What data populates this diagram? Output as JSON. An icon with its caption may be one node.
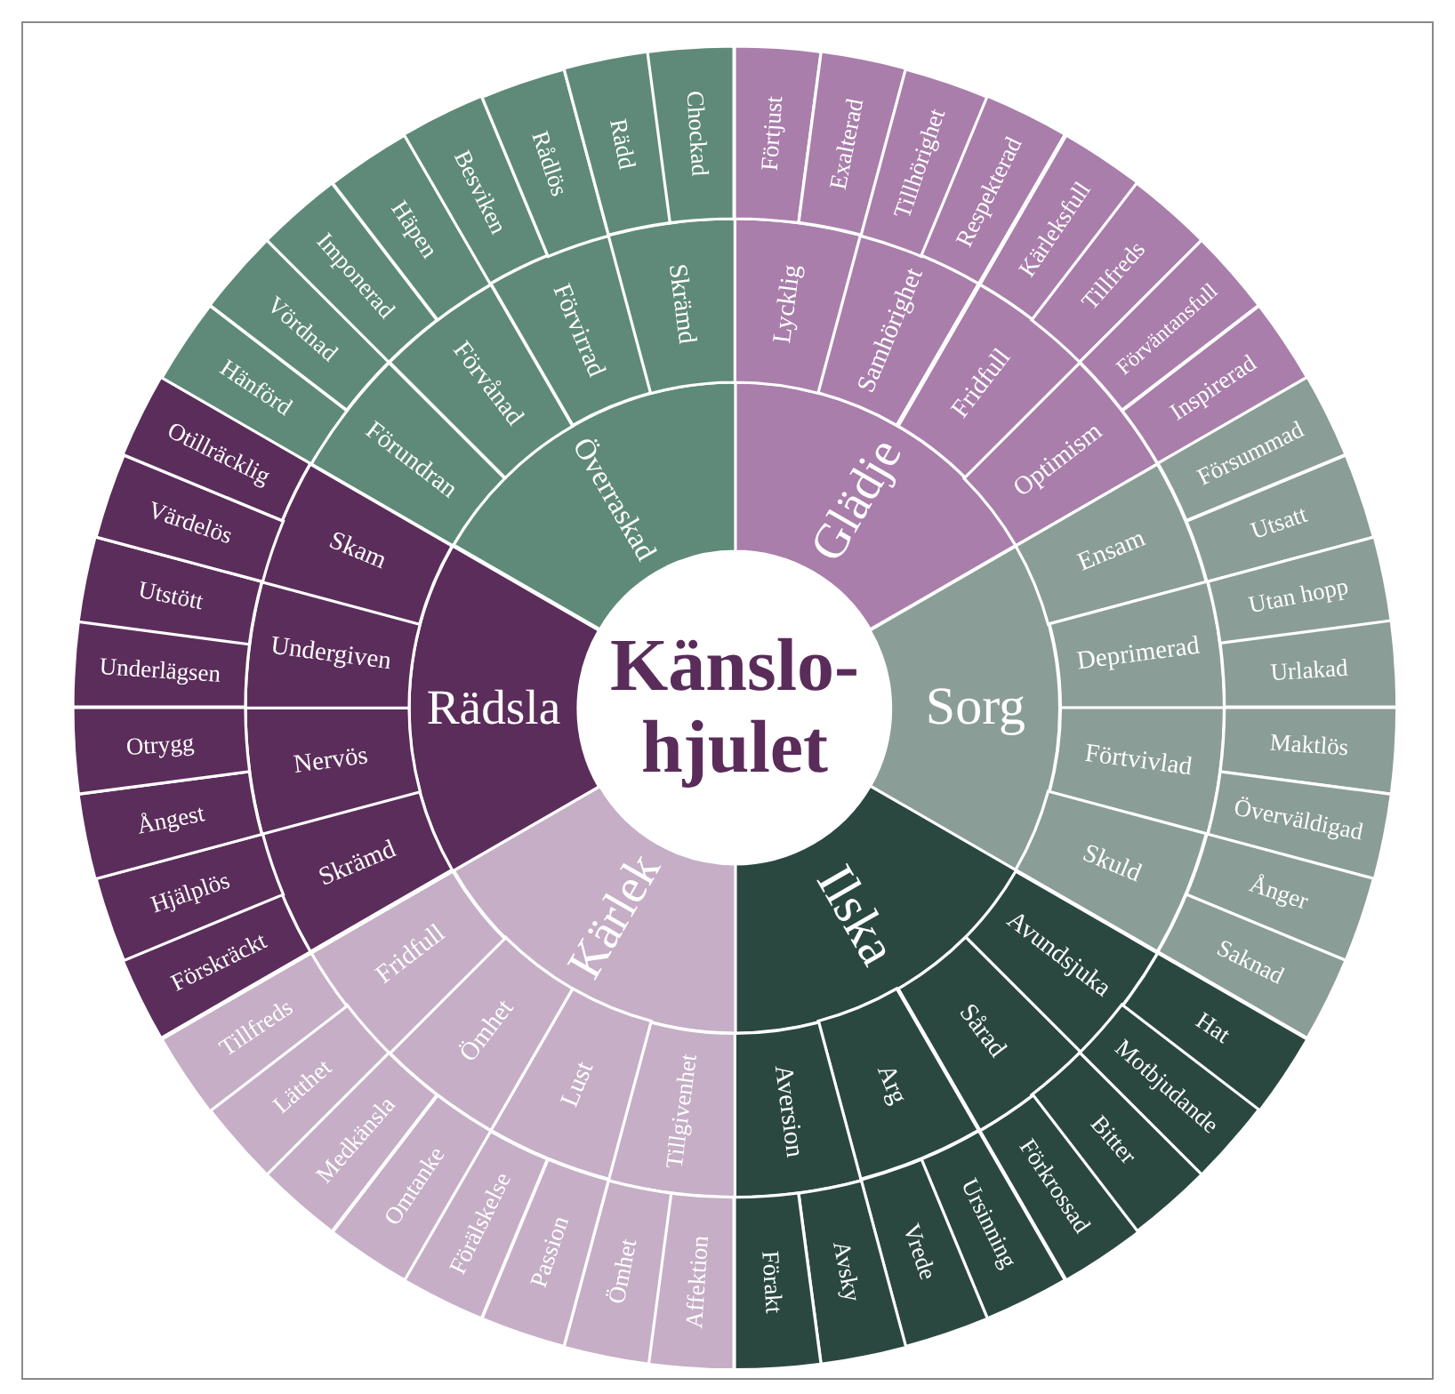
{
  "diagram": {
    "nodes": [
      {
        "text": [
          "Känslo- hjulet"
        ]
      },
      {
        "text": [
          "Glädje"
        ]
      },
      {
        "text": [
          "Sorg"
        ]
      },
      {
        "text": [
          "Ilska"
        ]
      },
      {
        "text": [
          "Kärlek"
        ]
      },
      {
        "text": [
          "Rädsla"
        ]
      },
      {
        "text": [
          "Överraskad"
        ]
      },
      {
        "text": [
          "Lycklig"
        ]
      },
      {
        "text": [
          "Samhörighet"
        ]
      },
      {
        "text": [
          "Fridfull"
        ]
      },
      {
        "text": [
          "Optimism"
        ]
      },
      {
        "text": [
          "Ensam"
        ]
      },
      {
        "text": [
          "Deprimerad"
        ]
      },
      {
        "text": [
          "Förtvivlad"
        ]
      },
      {
        "text": [
          "Skuld"
        ]
      },
      {
        "text": [
          "Avundsjuka"
        ]
      },
      {
        "text": [
          "Sårad"
        ]
      },
      {
        "text": [
          "Arg"
        ]
      },
      {
        "text": [
          "Aversion"
        ]
      },
      {
        "text": [
          "Tillgivenhet"
        ]
      },
      {
        "text": [
          "Lust"
        ]
      },
      {
        "text": [
          "Ömhet"
        ]
      },
      {
        "text": [
          "Fridfull"
        ]
      },
      {
        "text": [
          "Skrämd"
        ]
      },
      {
        "text": [
          "Nervös"
        ]
      },
      {
        "text": [
          "Undergiven"
        ]
      },
      {
        "text": [
          "Skam"
        ]
      },
      {
        "text": [
          "Förundran"
        ]
      },
      {
        "text": [
          "Förvånad"
        ]
      },
      {
        "text": [
          "Förvirrad"
        ]
      },
      {
        "text": [
          "Skrämd"
        ]
      },
      {
        "text": [
          "Förtjust"
        ]
      },
      {
        "text": [
          "Exalterad"
        ]
      },
      {
        "text": [
          "Tillhörighet"
        ]
      },
      {
        "text": [
          "Respekterad"
        ]
      },
      {
        "text": [
          "Kärleksfull"
        ]
      },
      {
        "text": [
          "Tillfreds"
        ]
      },
      {
        "text": [
          "Förväntansfull"
        ]
      },
      {
        "text": [
          "Inspirerad"
        ]
      },
      {
        "text": [
          "Försummad"
        ]
      },
      {
        "text": [
          "Utsatt"
        ]
      },
      {
        "text": [
          "Utan hopp"
        ]
      },
      {
        "text": [
          "Urlakad"
        ]
      },
      {
        "text": [
          "Maktlös"
        ]
      },
      {
        "text": [
          "Överväldigad"
        ]
      },
      {
        "text": [
          "Ånger"
        ]
      },
      {
        "text": [
          "Saknad"
        ]
      },
      {
        "text": [
          "Hat"
        ]
      },
      {
        "text": [
          "Motbjudande"
        ]
      },
      {
        "text": [
          "Bitter"
        ]
      },
      {
        "text": [
          "Förkrossad"
        ]
      },
      {
        "text": [
          "Ursinning"
        ]
      },
      {
        "text": [
          "Vrede"
        ]
      },
      {
        "text": [
          "Avsky"
        ]
      },
      {
        "text": [
          "Förakt"
        ]
      },
      {
        "text": [
          "Affektion"
        ]
      },
      {
        "text": [
          "Ömhet"
        ]
      },
      {
        "text": [
          "Passion"
        ]
      },
      {
        "text": [
          "Förälskelse"
        ]
      },
      {
        "text": [
          "Omtanke"
        ]
      },
      {
        "text": [
          "Medkänsla"
        ]
      },
      {
        "text": [
          "Lätthet"
        ]
      },
      {
        "text": [
          "Tillfreds"
        ]
      },
      {
        "text": [
          "Förskräckt"
        ]
      },
      {
        "text": [
          "Hjälplös"
        ]
      },
      {
        "text": [
          "Ångest"
        ]
      },
      {
        "text": [
          "Otrygg"
        ]
      },
      {
        "text": [
          "Underlägsen"
        ]
      },
      {
        "text": [
          "Utstött"
        ]
      },
      {
        "text": [
          "Värdelös"
        ]
      },
      {
        "text": [
          "Otillräcklig"
        ]
      },
      {
        "text": [
          "Hänförd"
        ]
      },
      {
        "text": [
          "Vördnad"
        ]
      },
      {
        "text": [
          "Imponerad"
        ]
      },
      {
        "text": [
          "Häpen"
        ]
      },
      {
        "text": [
          "Besviken"
        ]
      },
      {
        "text": [
          "Rådlös"
        ]
      },
      {
        "text": [
          "Rädd"
        ]
      },
      {
        "text": [
          "Chockad"
        ]
      }
    ]
  }
}
